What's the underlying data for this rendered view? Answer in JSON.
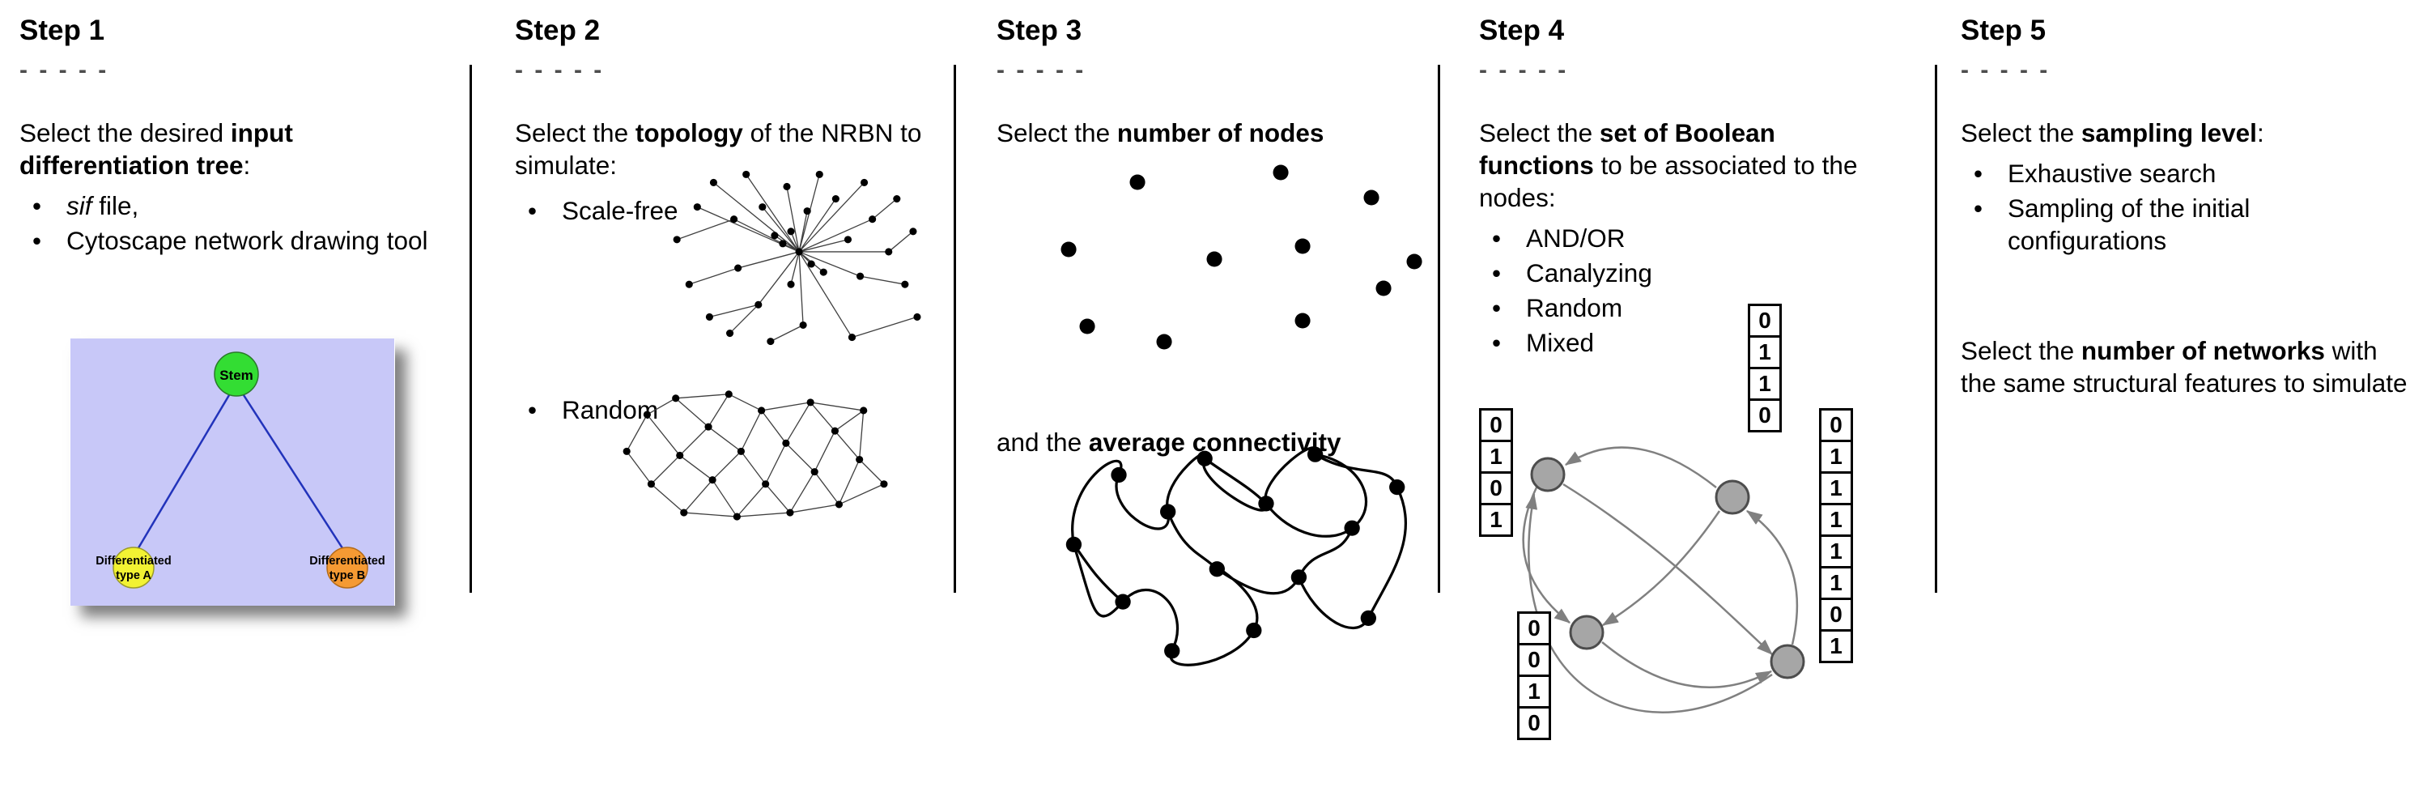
{
  "s1": {
    "title": "Step 1",
    "dashes": "- - - - -",
    "intro_pre": "Select the desired ",
    "intro_bold": "input differentiation tree",
    "intro_post": ":",
    "bullet1_italic": "sif",
    "bullet1_rest": " file,",
    "bullet2": "Cytoscape network drawing tool",
    "tree": {
      "root": "Stem",
      "left1": "Differentiated",
      "left2": "type A",
      "right1": "Differentiated",
      "right2": "type B"
    },
    "colors": {
      "background": "#c8c8f8",
      "stem": "#33dd33",
      "typeA": "#f2f233",
      "typeB": "#f59a33",
      "edge": "#2233bb"
    }
  },
  "s2": {
    "title": "Step 2",
    "dashes": "- - - - -",
    "intro_pre": "Select the ",
    "intro_bold": "topology",
    "intro_post": " of the NRBN to simulate:",
    "bullet_scale_free": "Scale-free",
    "bullet_random": "Random"
  },
  "s3": {
    "title": "Step 3",
    "dashes": "- - - - -",
    "line1_pre": "Select the ",
    "line1_bold": "number of nodes",
    "line2_pre": "and the ",
    "line2_bold": "average connectivity"
  },
  "s4": {
    "title": "Step 4",
    "dashes": "- - - - -",
    "intro_pre": "Select the ",
    "intro_bold": "set of Boolean functions",
    "intro_post": " to be associated to the nodes:",
    "bullets": [
      "AND/OR",
      "Canalyzing",
      "Random",
      "Mixed"
    ],
    "truth_tables": {
      "left": [
        "0",
        "1",
        "0",
        "1"
      ],
      "top": [
        "0",
        "1",
        "1",
        "0"
      ],
      "right": [
        "0",
        "1",
        "1",
        "1",
        "1",
        "1",
        "0",
        "1"
      ],
      "bottom": [
        "0",
        "0",
        "1",
        "0"
      ]
    },
    "colors": {
      "node_fill": "#a6a6a6",
      "arrow": "#808080"
    }
  },
  "s5": {
    "title": "Step 5",
    "dashes": "- - - - -",
    "intro_pre": "Select the ",
    "intro_bold": "sampling level",
    "intro_post": ":",
    "bullets": [
      "Exhaustive search",
      "Sampling of the initial configurations"
    ],
    "second_pre": "Select the ",
    "second_bold": "number of networks",
    "second_post": " with the same structural features to simulate"
  }
}
